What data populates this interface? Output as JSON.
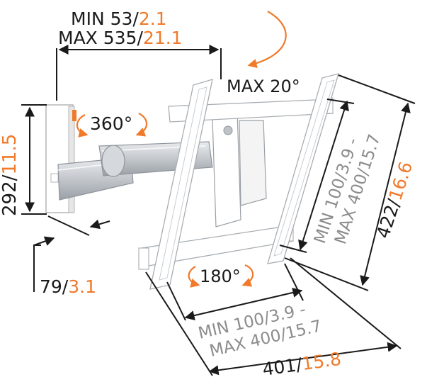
{
  "colors": {
    "accent": "#f07a2a",
    "line": "#1a1a1a",
    "grey_text": "#8c8c8c",
    "mount_white": "#ffffff",
    "mount_outline": "#b5b5b5",
    "arm_silver": "#c9ccd0"
  },
  "labels": {
    "depth": {
      "min_label": "MIN 53/",
      "min_inch": "2.1",
      "max_label": "MAX 535/",
      "max_inch": "21.1"
    },
    "tilt": "MAX 20°",
    "rotation_wall": "360°",
    "rotation_screen": "180°",
    "plate_height": {
      "mm": "292/",
      "inch": "11.5"
    },
    "plate_depth": {
      "mm": "79/",
      "inch": "3.1"
    },
    "vesa_vertical": {
      "line1_min": "MIN 100",
      "line1_min_inch": "/3.9 -",
      "line2_max": "MAX 400",
      "line2_max_inch": "/15.7"
    },
    "vesa_horizontal": {
      "line1_min": "MIN 100",
      "line1_min_inch": "/3.9 -",
      "line2_max": "MAX 400",
      "line2_max_inch": "/15.7"
    },
    "total_height": {
      "mm": "422/",
      "inch": "16.6"
    },
    "total_width": {
      "mm": "401/",
      "inch": "15.8"
    }
  },
  "icons": {
    "rotation_arrow": "curved-rotation-arrow-icon",
    "tilt_arrow": "curved-tilt-arrow-icon"
  }
}
